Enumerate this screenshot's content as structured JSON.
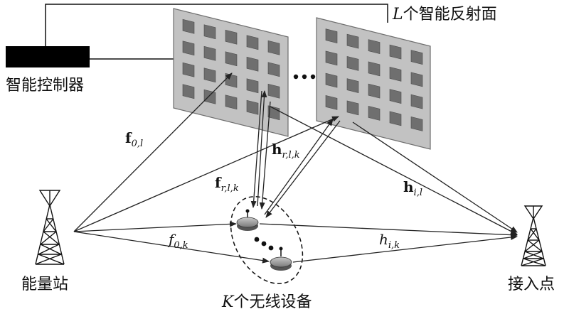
{
  "labels": {
    "controller": "智能控制器",
    "surfaces": "个智能反射面",
    "surfaces_var": "L",
    "bs": "能量站",
    "ap": "接入点",
    "devices": "个无线设备",
    "devices_var": "K"
  },
  "channels": {
    "f0l": {
      "sym": "f",
      "sub": "0,l"
    },
    "frlk": {
      "sym": "f",
      "sub": "r,l,k"
    },
    "hrlk": {
      "sym": "h",
      "sub": "r,l,k"
    },
    "hil": {
      "sym": "h",
      "sub": "i,l"
    },
    "f0k": {
      "sym": "f",
      "sub": "0,k"
    },
    "hik": {
      "sym": "h",
      "sub": "i,k"
    }
  },
  "colors": {
    "panel_fill": "#c2c2c2",
    "panel_edge": "#6e6e6e",
    "element_fill": "#6f6f6f",
    "controller_fill": "#000000",
    "ink": "#222222"
  }
}
